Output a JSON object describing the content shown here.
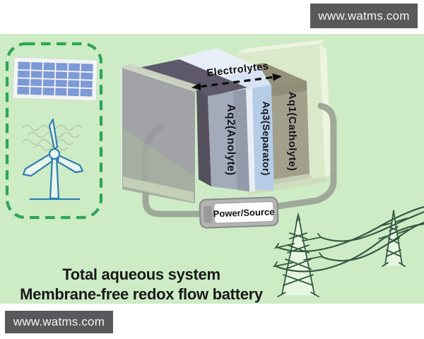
{
  "watermark": {
    "top_text": "www.watms.com",
    "bottom_text": "www.watms.com"
  },
  "renewables": {
    "solar_icon": "solar-panel-icon",
    "wind_icon": "wind-turbine-icon"
  },
  "battery": {
    "electrolytes_label": "Electrolytes",
    "layers": [
      {
        "name": "anolyte",
        "label": "Aq2(Anolyte)",
        "face_color": "#a3abba"
      },
      {
        "name": "separator",
        "label": "Aq3(Separator)",
        "face_color": "#b5cce6"
      },
      {
        "name": "catholyte",
        "label": "Aq1(Catholyte)",
        "face_color": "#a29f8b"
      }
    ],
    "power_source_label": "Power/Source"
  },
  "grid": {
    "towers_icon": "transmission-towers-icon"
  },
  "caption": {
    "line1": "Total aqueous system",
    "line2": "Membrane-free redox flow battery"
  },
  "colors": {
    "background_green": "#cdecc6",
    "banner_bg": "#59585b",
    "dashed_border": "#2fa457",
    "solar_cell_blue": "#7d99d6",
    "turbine_blue": "#2f7fae",
    "wire_gray": "#9fa999",
    "tower_green": "#34593f",
    "dark_electrode_top": "#5e596a",
    "left_plate_glass": "#9a97a1",
    "right_plate_glass": "#dce8cb"
  }
}
